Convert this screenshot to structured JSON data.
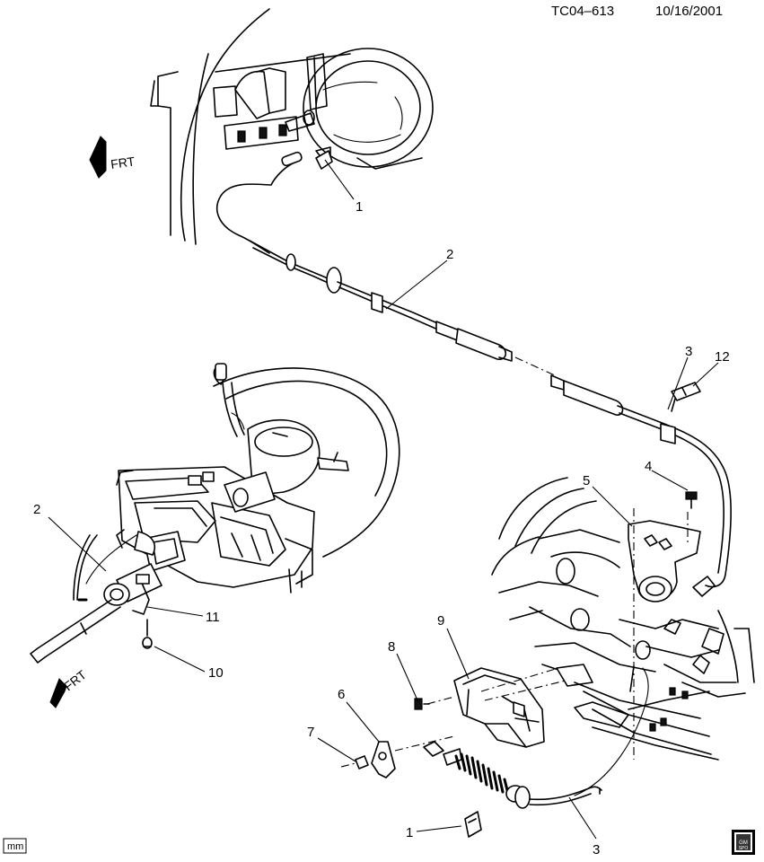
{
  "header": {
    "drawing_id": "TC04–613",
    "date": "10/16/2001"
  },
  "directions": [
    {
      "label": "FRT"
    },
    {
      "label": "FRT"
    }
  ],
  "callouts": [
    {
      "number": "1"
    },
    {
      "number": "2"
    },
    {
      "number": "3"
    },
    {
      "number": "12"
    },
    {
      "number": "4"
    },
    {
      "number": "5"
    },
    {
      "number": "2"
    },
    {
      "number": "11"
    },
    {
      "number": "10"
    },
    {
      "number": "9"
    },
    {
      "number": "8"
    },
    {
      "number": "6"
    },
    {
      "number": "7"
    },
    {
      "number": "1"
    },
    {
      "number": "3"
    }
  ],
  "footer": {
    "unit_label": "mm",
    "logo_text": "GM SPO"
  }
}
